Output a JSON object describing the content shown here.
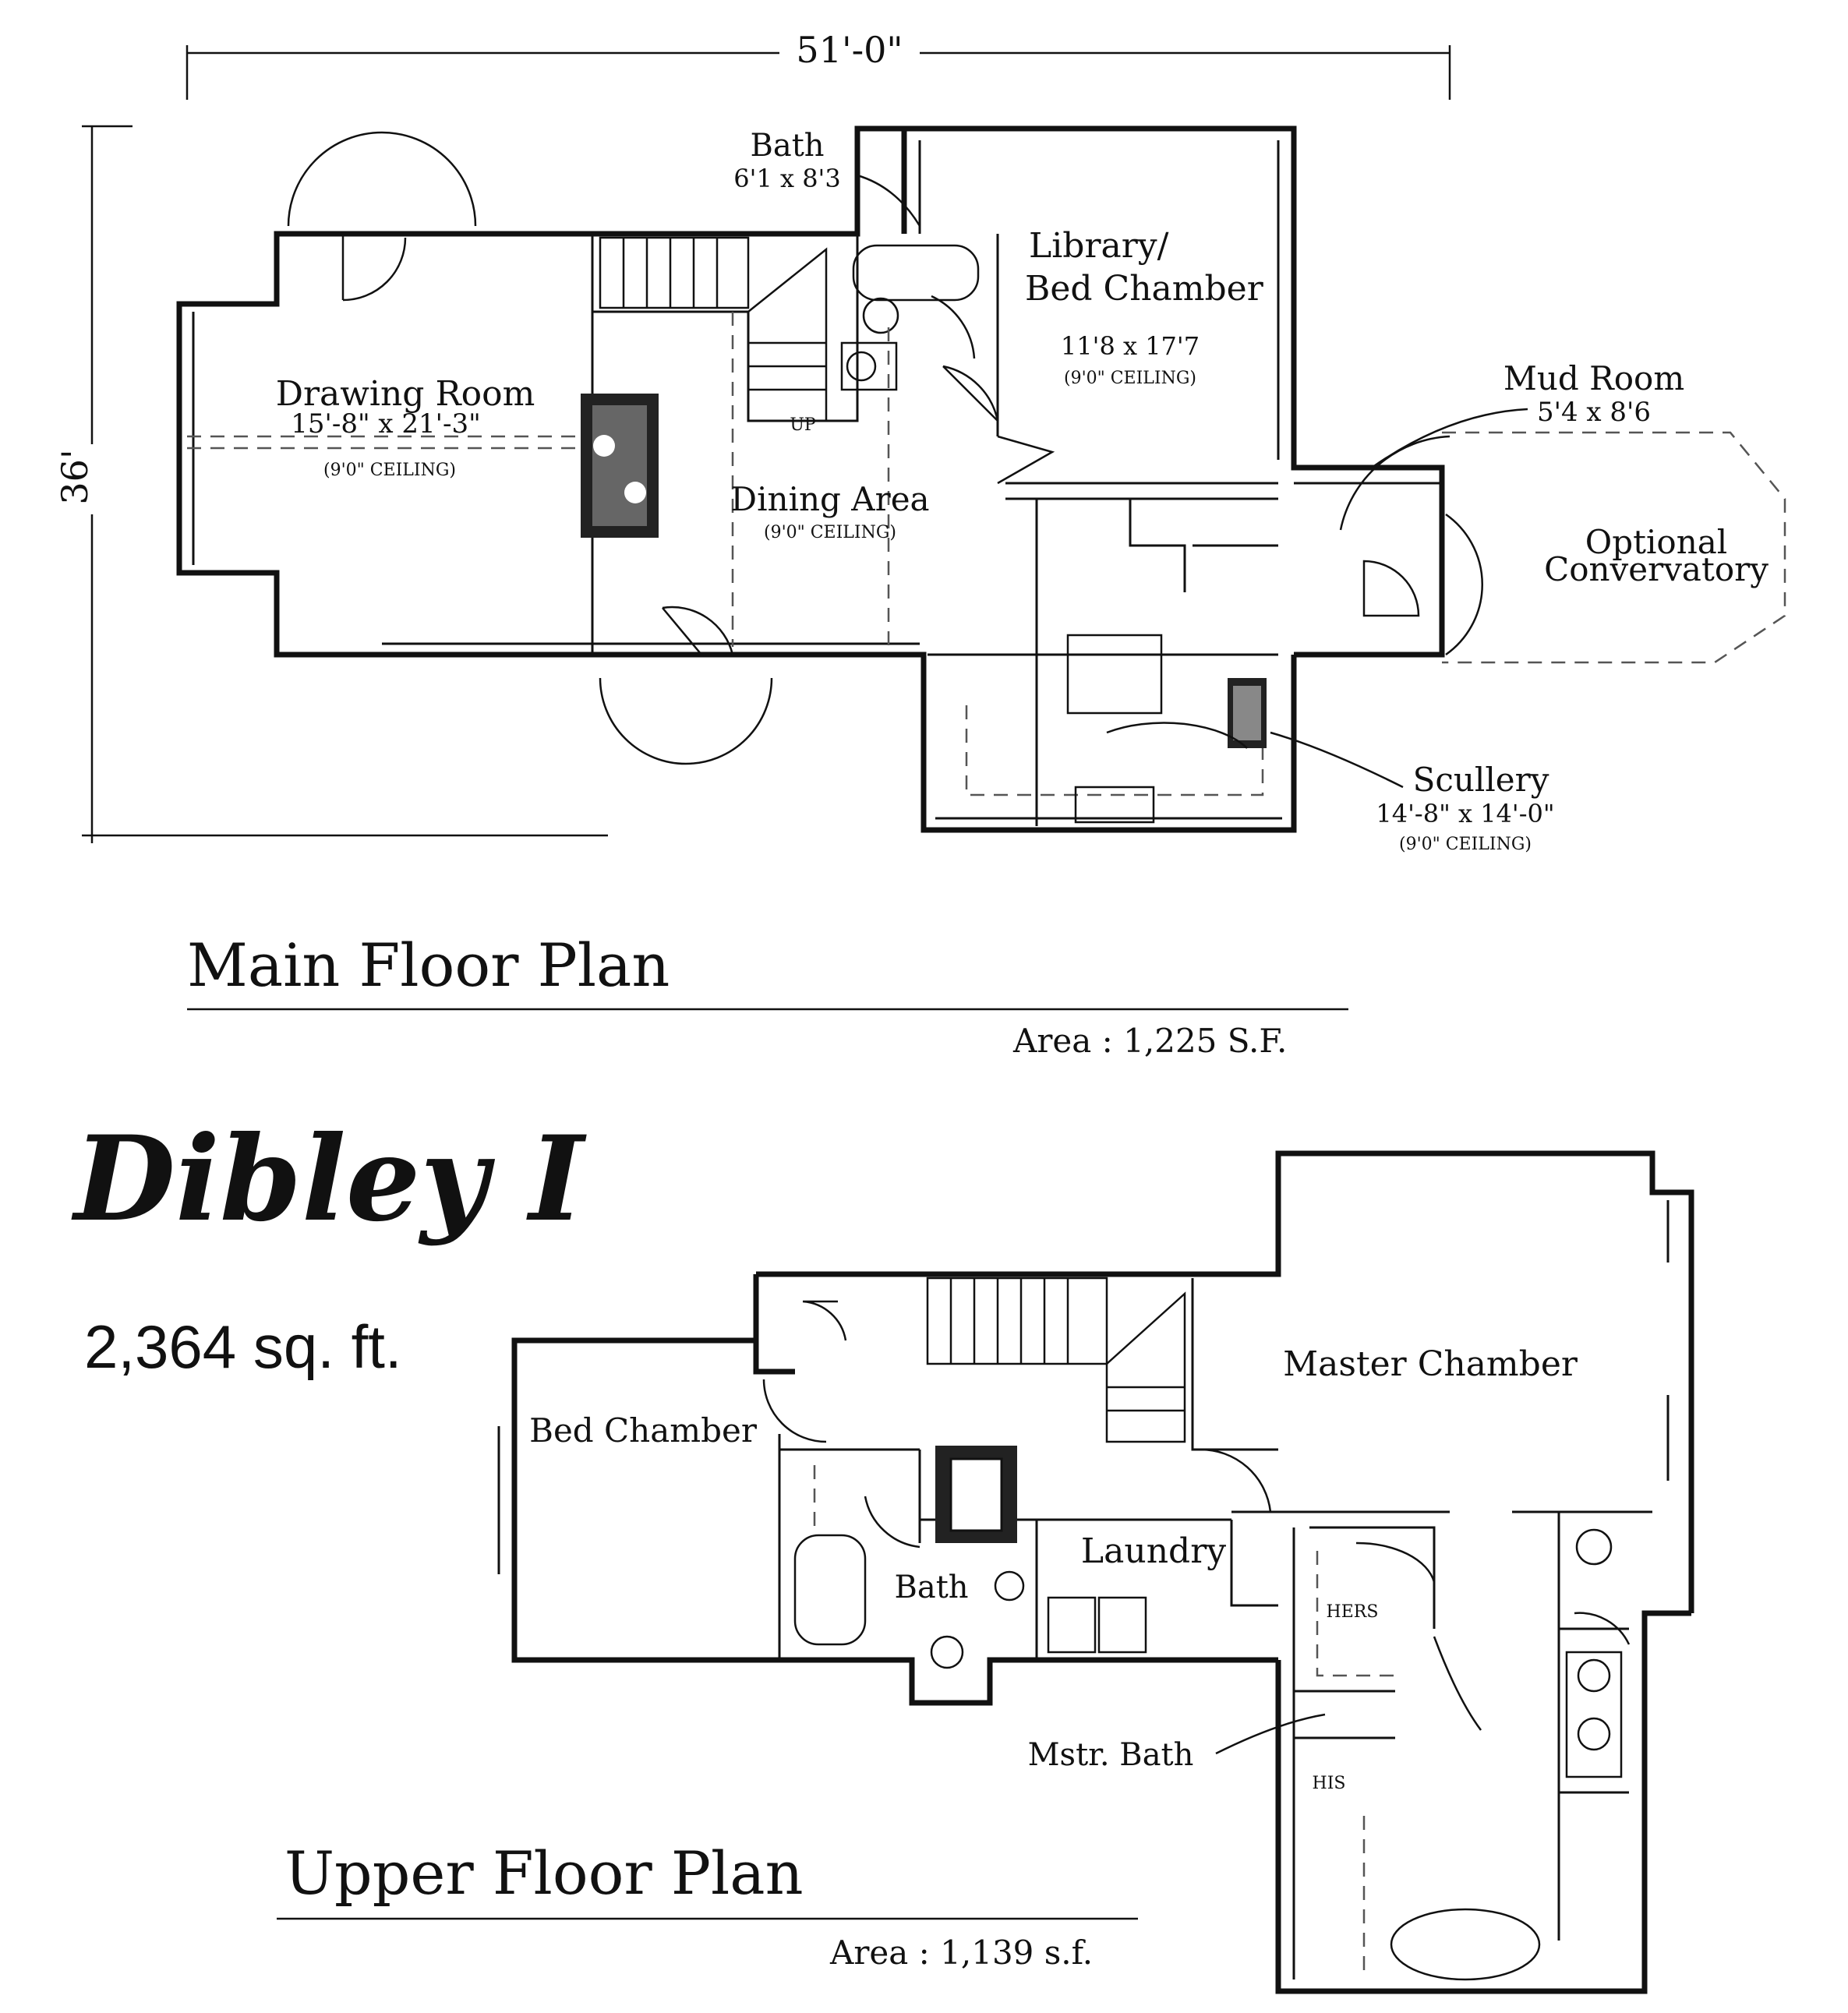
{
  "title": "Dibley I",
  "total_area": "2,364 sq. ft.",
  "main_floor": {
    "heading": "Main Floor Plan",
    "area": "Area :  1,225 S.F.",
    "dim_width": "51'-0\"",
    "dim_depth": "36'",
    "rooms": {
      "bath_name": "Bath",
      "bath_size": "6'1 x 8'3",
      "library_name_1": "Library/",
      "library_name_2": "Bed Chamber",
      "library_size": "11'8 x 17'7",
      "library_ceiling": "(9'0\" CEILING)",
      "mud_name": "Mud Room",
      "mud_size": "5'4 x 8'6",
      "drawing_name": "Drawing Room",
      "drawing_size": "15'-8\" x 21'-3\"",
      "drawing_ceiling": "(9'0\" CEILING)",
      "dining_name": "Dining Area",
      "dining_ceiling": "(9'0\" CEILING)",
      "conservatory_1": "Optional",
      "conservatory_2": "Convervatory",
      "scullery_name": "Scullery",
      "scullery_size": "14'-8\" x 14'-0\"",
      "scullery_ceiling": "(9'0\" CEILING)",
      "stair_note": "UP"
    }
  },
  "upper_floor": {
    "heading": "Upper Floor Plan",
    "area": "Area :  1,139 s.f.",
    "rooms": {
      "master": "Master Chamber",
      "bed": "Bed Chamber",
      "laundry": "Laundry",
      "bath": "Bath",
      "hers": "HERS",
      "his": "HIS",
      "mstr_bath": "Mstr. Bath"
    }
  }
}
